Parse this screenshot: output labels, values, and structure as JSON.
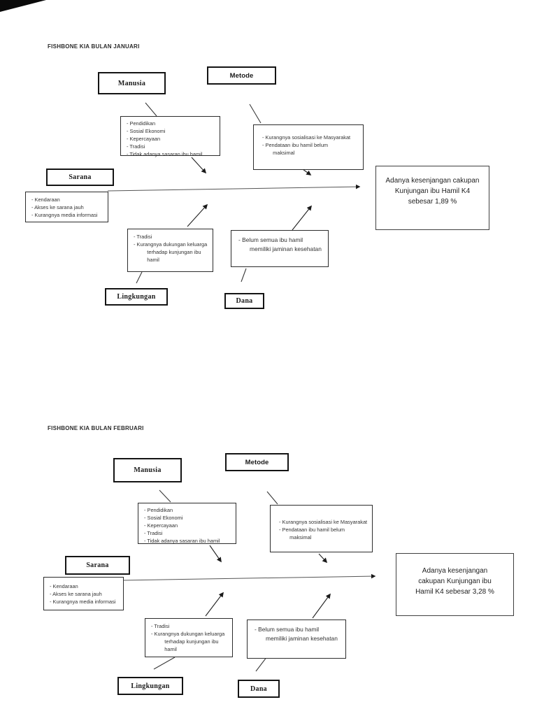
{
  "decor": {
    "corner_mark": "folded-corner-mark"
  },
  "diagrams": [
    {
      "title": "FISHBONE KIA BULAN JANUARI",
      "manusia": {
        "label": "Manusia",
        "causes": [
          "- Pendidikan",
          "- Sosial Ekonomi",
          "- Kepercayaan",
          "- Tradisi",
          "- Tidak adanya sasaran ibu hamil"
        ]
      },
      "metode": {
        "label": "Metode",
        "causes": [
          "- Kurangnya sosialisasi ke Masyarakat",
          "- Pendataan ibu hamil belum\n   maksimal"
        ]
      },
      "sarana": {
        "label": "Sarana",
        "causes": [
          "- Kendaraan",
          "- Akses ke sarana jauh",
          "- Kurangnya media informasi"
        ]
      },
      "lingkungan": {
        "label": "Lingkungan",
        "causes": [
          "- Tradisi",
          "- Kurangnya dukungan keluarga\n     terhadap kunjungan ibu\n     hamil"
        ]
      },
      "dana": {
        "label": "Dana",
        "causes": [
          "- Belum semua ibu hamil\n   memiliki jaminan kesehatan"
        ]
      },
      "effect": "Adanya kesenjangan cakupan\nKunjungan ibu Hamil K4\nsebesar 1,89 %"
    },
    {
      "title": "FISHBONE KIA BULAN FEBRUARI",
      "manusia": {
        "label": "Manusia",
        "causes": [
          "- Pendidikan",
          "- Sosial Ekonomi",
          "- Kepercayaan",
          "- Tradisi",
          "- Tidak adanya sasaran ibu hamil"
        ]
      },
      "metode": {
        "label": "Metode",
        "causes": [
          "- Kurangnya sosialisasi ke Masyarakat",
          "- Pendataan ibu hamil belum\n   maksimal"
        ]
      },
      "sarana": {
        "label": "Sarana",
        "causes": [
          "- Kendaraan",
          "- Akses ke sarana jauh",
          "- Kurangnya media informasi"
        ]
      },
      "lingkungan": {
        "label": "Lingkungan",
        "causes": [
          "- Tradisi",
          "- Kurangnya dukungan keluarga\n     terhadap kunjungan ibu\n     hamil"
        ]
      },
      "dana": {
        "label": "Dana",
        "causes": [
          "- Belum semua ibu hamil\n   memiliki jaminan kesehatan"
        ]
      },
      "effect": "Adanya kesenjangan\ncakupan Kunjungan ibu\nHamil K4 sebesar 3,28 %"
    }
  ]
}
